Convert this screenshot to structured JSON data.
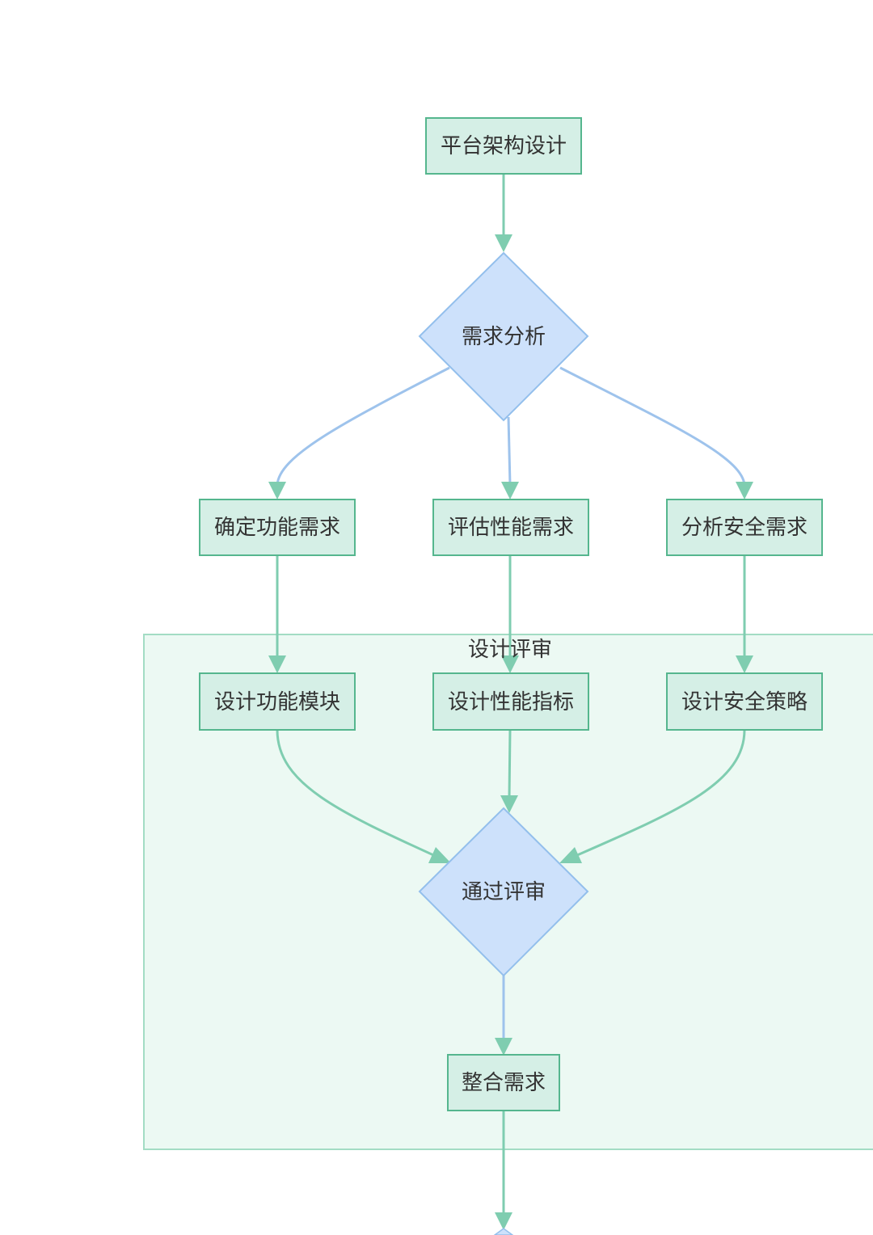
{
  "colors": {
    "background": "#ffffff",
    "process_fill": "#d5efe6",
    "process_stroke": "#55b68e",
    "decision_fill": "#cde1fb",
    "decision_stroke": "#93bfec",
    "green_edge": "#7fcdb0",
    "blue_edge": "#9ec3ec",
    "subgraph_fill": "#ecf9f3",
    "subgraph_stroke": "#a3dcc4",
    "text": "#333333"
  },
  "subgraph": {
    "label": "设计评审"
  },
  "nodes": {
    "platform_design": {
      "label": "平台架构设计",
      "shape": "process"
    },
    "requirement_analysis": {
      "label": "需求分析",
      "shape": "decision"
    },
    "functional_requirements": {
      "label": "确定功能需求",
      "shape": "process"
    },
    "performance_requirements": {
      "label": "评估性能需求",
      "shape": "process"
    },
    "security_requirements": {
      "label": "分析安全需求",
      "shape": "process"
    },
    "functional_modules": {
      "label": "设计功能模块",
      "shape": "process"
    },
    "performance_metrics": {
      "label": "设计性能指标",
      "shape": "process"
    },
    "security_strategy": {
      "label": "设计安全策略",
      "shape": "process"
    },
    "review_passed": {
      "label": "通过评审",
      "shape": "decision"
    },
    "integrate_requirements": {
      "label": "整合需求",
      "shape": "process"
    }
  },
  "edges": [
    {
      "from": "platform_design",
      "to": "requirement_analysis"
    },
    {
      "from": "requirement_analysis",
      "to": "functional_requirements"
    },
    {
      "from": "requirement_analysis",
      "to": "performance_requirements"
    },
    {
      "from": "requirement_analysis",
      "to": "security_requirements"
    },
    {
      "from": "functional_requirements",
      "to": "functional_modules"
    },
    {
      "from": "performance_requirements",
      "to": "performance_metrics"
    },
    {
      "from": "security_requirements",
      "to": "security_strategy"
    },
    {
      "from": "functional_modules",
      "to": "review_passed"
    },
    {
      "from": "performance_metrics",
      "to": "review_passed"
    },
    {
      "from": "security_strategy",
      "to": "review_passed"
    },
    {
      "from": "review_passed",
      "to": "integrate_requirements"
    },
    {
      "from": "integrate_requirements",
      "to": "continuation"
    }
  ]
}
